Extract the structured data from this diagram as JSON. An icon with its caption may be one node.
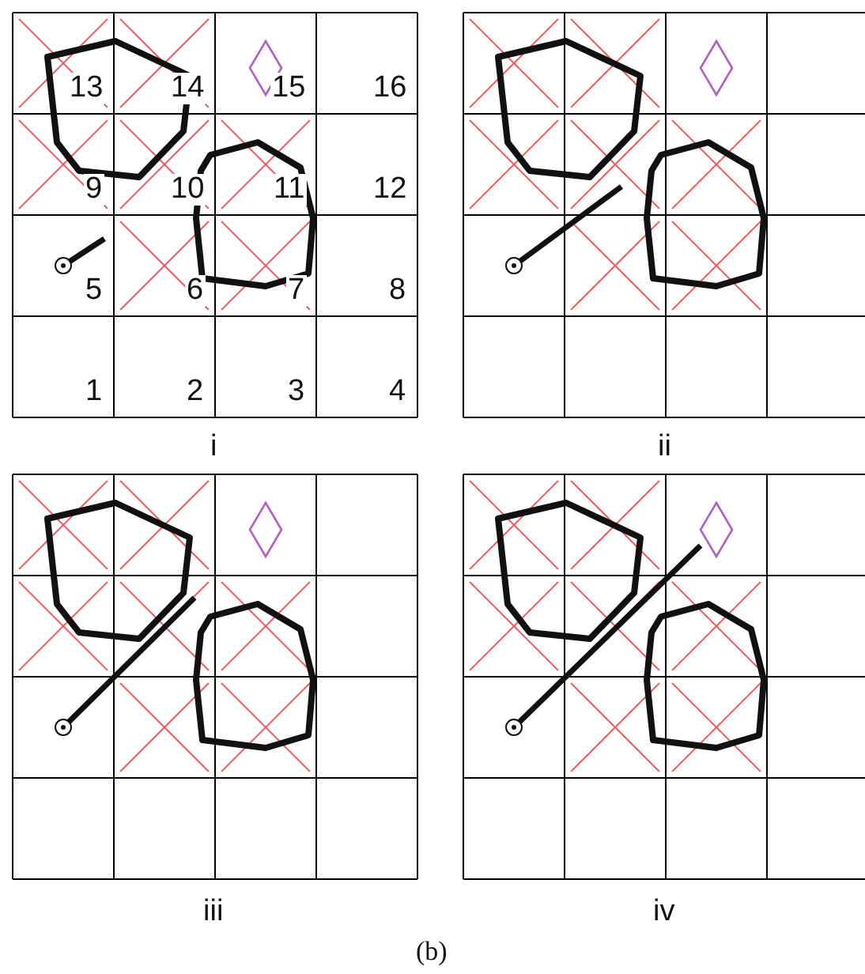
{
  "diagram": {
    "caption": "(b)",
    "labels": [
      "13",
      "14",
      "15",
      "16",
      "9",
      "10",
      "11",
      "12",
      "5",
      "6",
      "7",
      "8",
      "1",
      "2",
      "3",
      "4",
      "i",
      "ii",
      "iii",
      "iv"
    ]
  }
}
